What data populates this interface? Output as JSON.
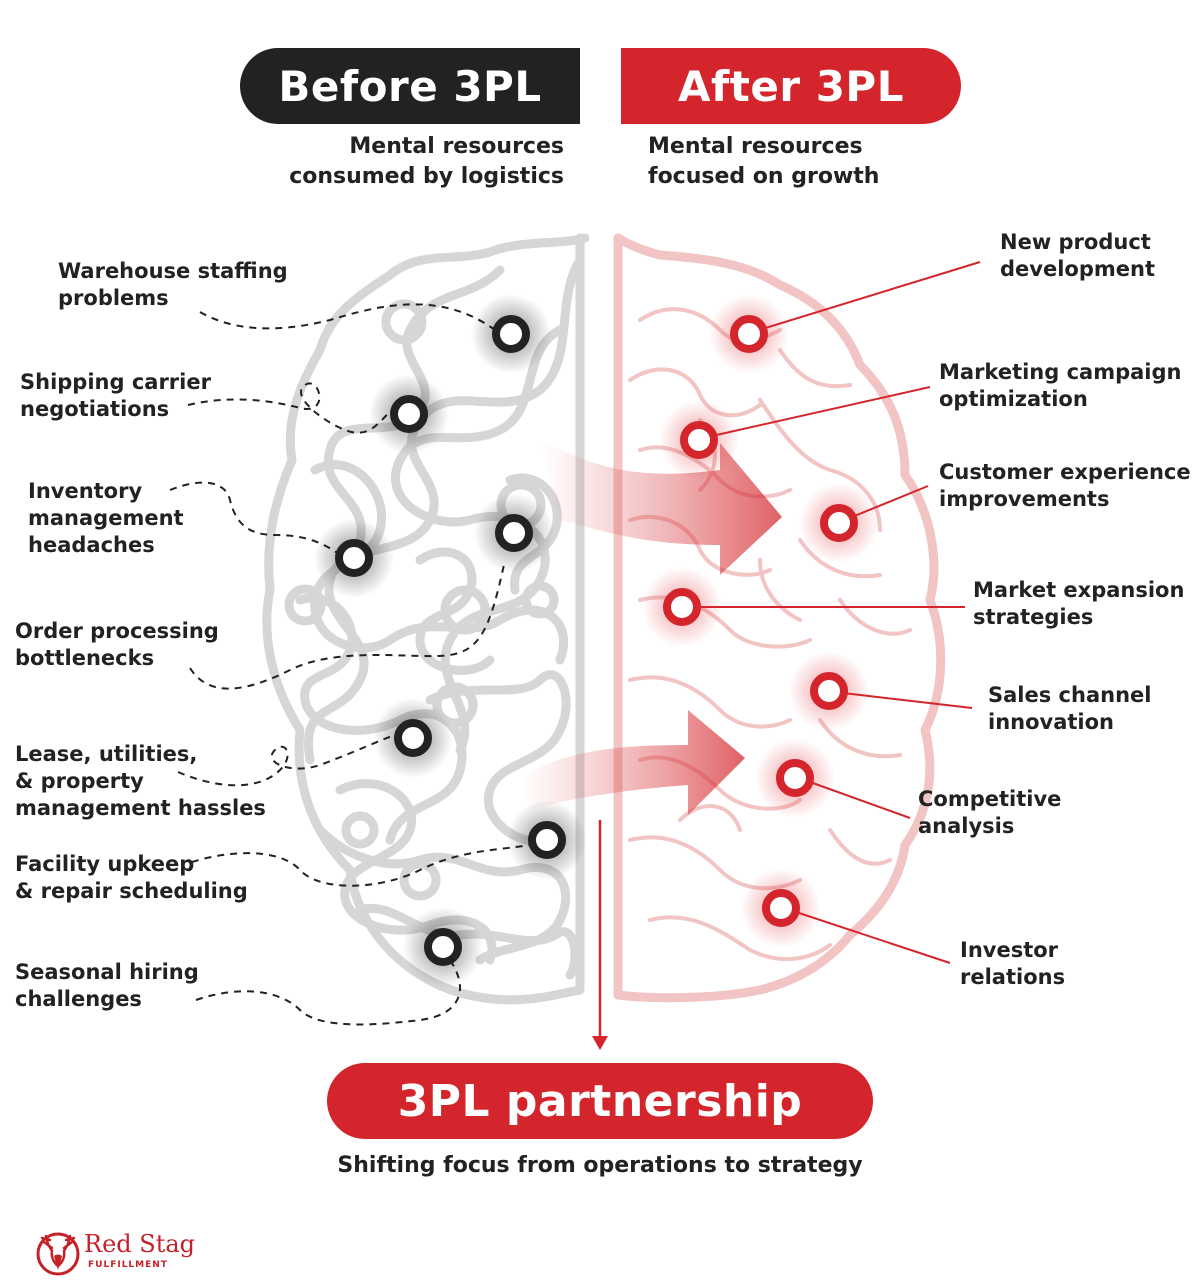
{
  "header": {
    "before_title": "Before 3PL",
    "after_title": "After 3PL",
    "before_subtitle": "Mental resources\nconsumed by logistics",
    "after_subtitle": "Mental resources\nfocused on growth"
  },
  "before_items": [
    "Warehouse staffing\nproblems",
    "Shipping carrier\nnegotiations",
    "Inventory\nmanagement\nheadaches",
    "Order processing\nbottlenecks",
    "Lease, utilities,\n& property\nmanagement hassles",
    "Facility upkeep\n& repair scheduling",
    "Seasonal hiring\nchallenges"
  ],
  "after_items": [
    "New product\ndevelopment",
    "Marketing campaign\noptimization",
    "Customer experience\nimprovements",
    "Market expansion\nstrategies",
    "Sales channel\ninnovation",
    "Competitive\nanalysis",
    "Investor\nrelations"
  ],
  "footer": {
    "title": "3PL partnership",
    "subtitle": "Shifting focus from operations to strategy"
  },
  "logo": {
    "name": "Red Stag",
    "tagline": "FULFILLMENT"
  },
  "colors": {
    "dark": "#222224",
    "red": "#d3252b",
    "light_gray": "#d6d6d6",
    "light_red": "#f2c4c4"
  }
}
